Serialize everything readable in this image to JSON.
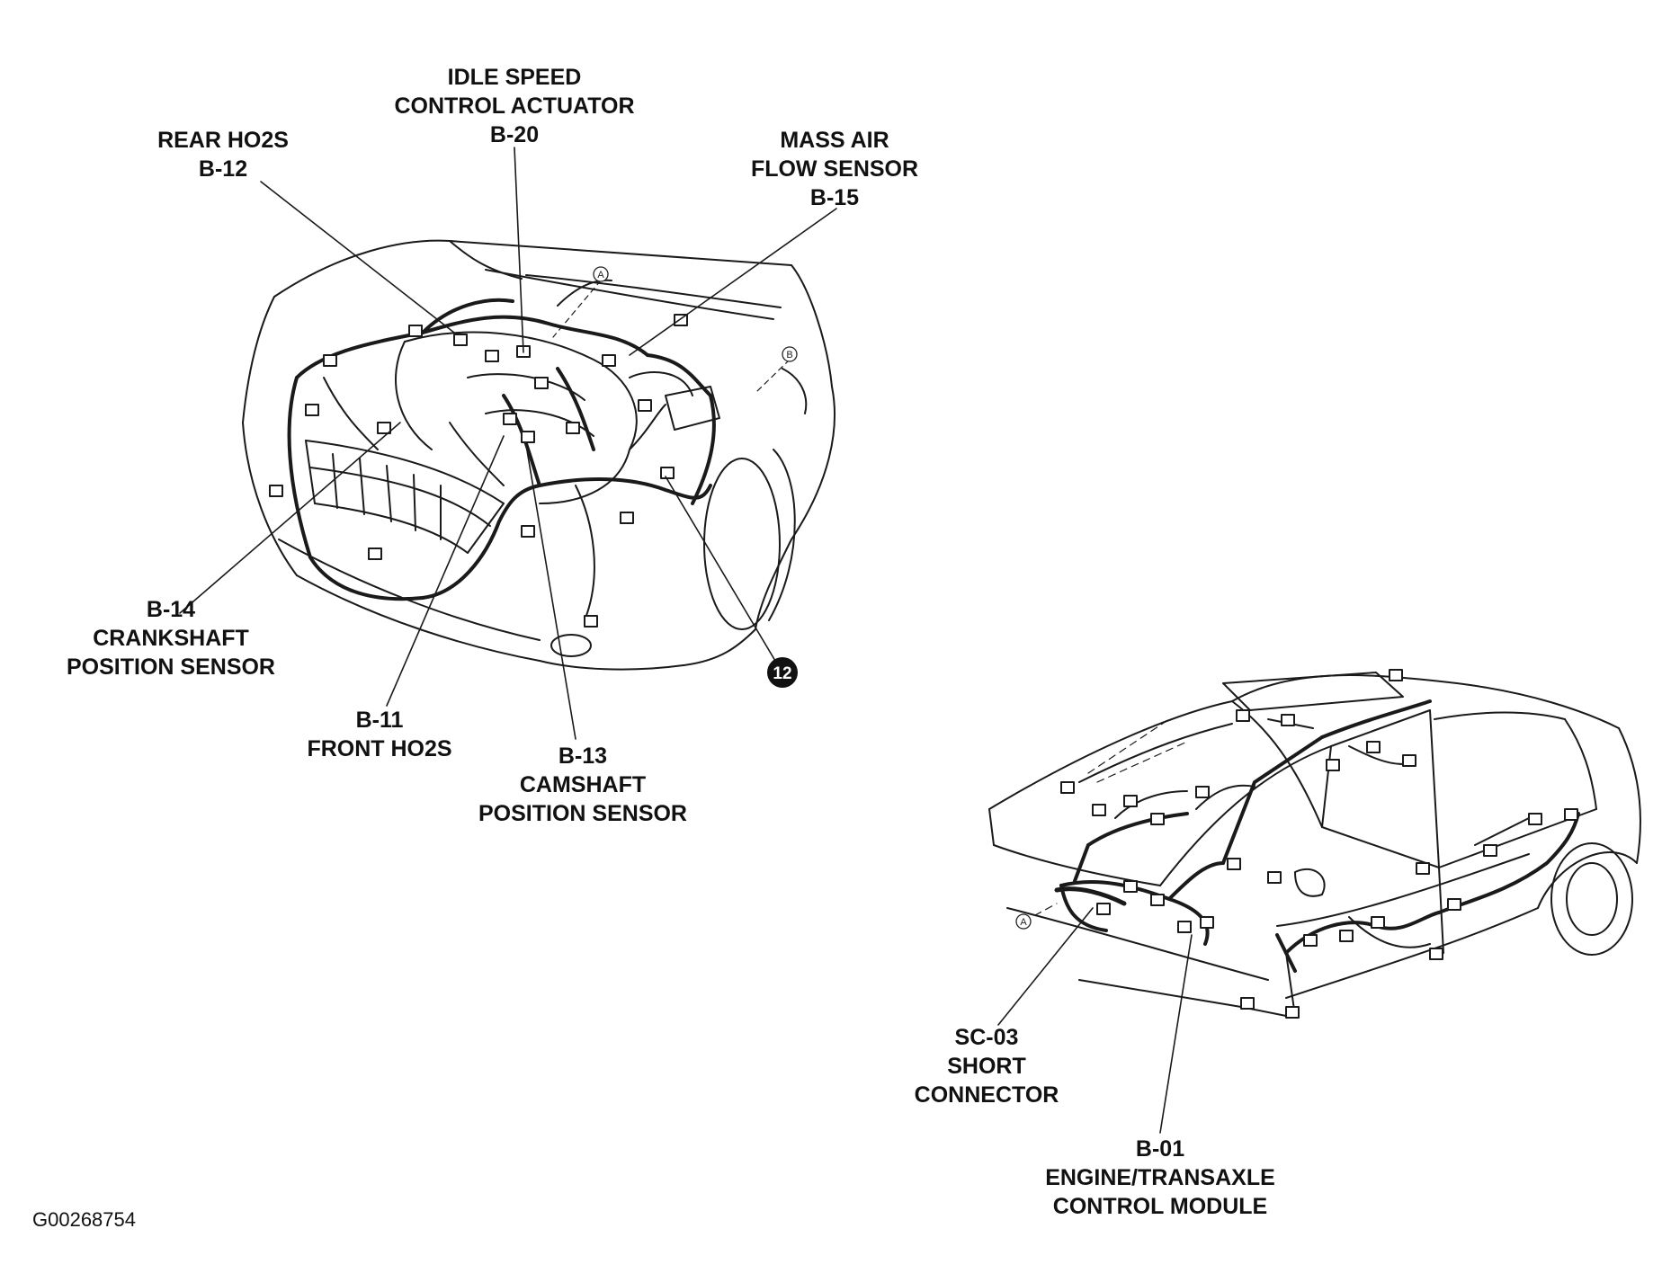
{
  "labels": {
    "idle_speed": [
      "IDLE SPEED",
      "CONTROL ACTUATOR",
      "B-20"
    ],
    "rear_ho2s": [
      "REAR HO2S",
      "B-12"
    ],
    "mass_air": [
      "MASS AIR",
      "FLOW SENSOR",
      "B-15"
    ],
    "crankshaft": [
      "B-14",
      "CRANKSHAFT",
      "POSITION SENSOR"
    ],
    "front_ho2s": [
      "B-11",
      "FRONT HO2S"
    ],
    "camshaft": [
      "B-13",
      "CAMSHAFT",
      "POSITION SENSOR"
    ],
    "short_connector": [
      "SC-03",
      "SHORT",
      "CONNECTOR"
    ],
    "ecm": [
      "B-01",
      "ENGINE/TRANSAXLE",
      "CONTROL MODULE"
    ]
  },
  "badge": "12",
  "callouts": [
    "A",
    "B",
    "A"
  ],
  "figure_id": "G00268754"
}
